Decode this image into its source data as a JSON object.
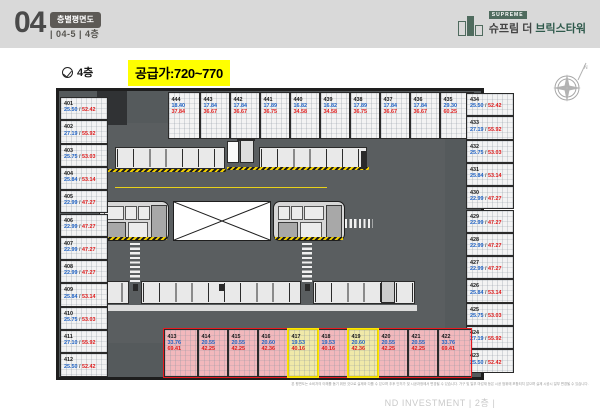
{
  "header": {
    "number": "04",
    "badge": "층별평면도",
    "subtitle": "| 04-5 | 4층",
    "logo_tag": "SUPREME",
    "logo_name_light": "슈프림 더 ",
    "logo_name_bold": "브릭스타워"
  },
  "title_row": {
    "floor_label": "4층",
    "price_badge": "공급가:720~770",
    "check_icon": "check-circle-icon",
    "compass_icon": "compass-rose-icon"
  },
  "legend": {
    "area_color": "#1f62c4",
    "supply_color": "#e01b1b",
    "highlight_color": "#e8191f",
    "selected_color": "#ffe500",
    "price_bg": "#ffff00"
  },
  "units": {
    "top_row": [
      {
        "no": "444",
        "a": "18.40",
        "b": "37.84"
      },
      {
        "no": "443",
        "a": "17.84",
        "b": "36.67"
      },
      {
        "no": "442",
        "a": "17.84",
        "b": "36.67"
      },
      {
        "no": "441",
        "a": "17.89",
        "b": "36.75"
      },
      {
        "no": "440",
        "a": "16.82",
        "b": "34.58"
      },
      {
        "no": "439",
        "a": "16.82",
        "b": "34.58"
      },
      {
        "no": "438",
        "a": "17.89",
        "b": "36.75"
      },
      {
        "no": "437",
        "a": "17.84",
        "b": "36.67"
      },
      {
        "no": "436",
        "a": "17.84",
        "b": "36.67"
      },
      {
        "no": "435",
        "a": "29.30",
        "b": "60.25"
      }
    ],
    "left_column": [
      {
        "no": "401",
        "a": "25.50",
        "b": "52.42"
      },
      {
        "no": "402",
        "a": "27.19",
        "b": "55.92"
      },
      {
        "no": "403",
        "a": "25.75",
        "b": "53.03"
      },
      {
        "no": "404",
        "a": "25.84",
        "b": "53.14"
      },
      {
        "no": "405",
        "a": "22.99",
        "b": "47.27"
      },
      {
        "no": "406",
        "a": "22.99",
        "b": "47.27"
      },
      {
        "no": "407",
        "a": "22.99",
        "b": "47.27"
      },
      {
        "no": "408",
        "a": "22.99",
        "b": "47.27"
      },
      {
        "no": "409",
        "a": "25.84",
        "b": "53.14"
      },
      {
        "no": "410",
        "a": "25.75",
        "b": "53.03"
      },
      {
        "no": "411",
        "a": "27.10",
        "b": "55.92"
      },
      {
        "no": "412",
        "a": "25.50",
        "b": "52.42"
      }
    ],
    "right_column": [
      {
        "no": "434",
        "a": "25.50",
        "b": "52.42"
      },
      {
        "no": "433",
        "a": "27.19",
        "b": "55.92"
      },
      {
        "no": "432",
        "a": "25.75",
        "b": "53.03"
      },
      {
        "no": "431",
        "a": "25.84",
        "b": "53.14"
      },
      {
        "no": "430",
        "a": "22.99",
        "b": "47.27"
      },
      {
        "no": "429",
        "a": "22.99",
        "b": "47.27"
      },
      {
        "no": "428",
        "a": "22.99",
        "b": "47.27"
      },
      {
        "no": "427",
        "a": "22.99",
        "b": "47.27"
      },
      {
        "no": "426",
        "a": "25.84",
        "b": "53.14"
      },
      {
        "no": "425",
        "a": "25.75",
        "b": "53.03"
      },
      {
        "no": "424",
        "a": "27.19",
        "b": "55.92"
      },
      {
        "no": "423",
        "a": "25.50",
        "b": "52.42"
      }
    ],
    "bottom_row": [
      {
        "no": "413",
        "a": "33.76",
        "b": "69.41",
        "state": "pink"
      },
      {
        "no": "414",
        "a": "20.55",
        "b": "42.25",
        "state": "pink"
      },
      {
        "no": "415",
        "a": "20.55",
        "b": "42.25",
        "state": "pink"
      },
      {
        "no": "416",
        "a": "20.60",
        "b": "42.36",
        "state": "pink"
      },
      {
        "no": "417",
        "a": "19.53",
        "b": "40.16",
        "state": "yellow"
      },
      {
        "no": "418",
        "a": "19.53",
        "b": "40.16",
        "state": "pink"
      },
      {
        "no": "419",
        "a": "20.60",
        "b": "42.36",
        "state": "yellow"
      },
      {
        "no": "420",
        "a": "20.55",
        "b": "42.25",
        "state": "pink"
      },
      {
        "no": "421",
        "a": "20.55",
        "b": "42.25",
        "state": "pink"
      },
      {
        "no": "422",
        "a": "33.76",
        "b": "69.41",
        "state": "pink"
      }
    ]
  },
  "footer": {
    "disclaimer": "본 평면도는 소비자의 이해를 돕기 위한 것으로 실제와 다를 수 있으며 추후 인허가 및 시공과정에서 변경될 수 있습니다.\n가구 및 일부 마감재 등은 시공 범위에 포함되지 않으며 실제 시공시 일부 변경될 수 있습니다.",
    "brand": "ND INVESTMENT",
    "brand_suffix": "| 2층 |"
  }
}
